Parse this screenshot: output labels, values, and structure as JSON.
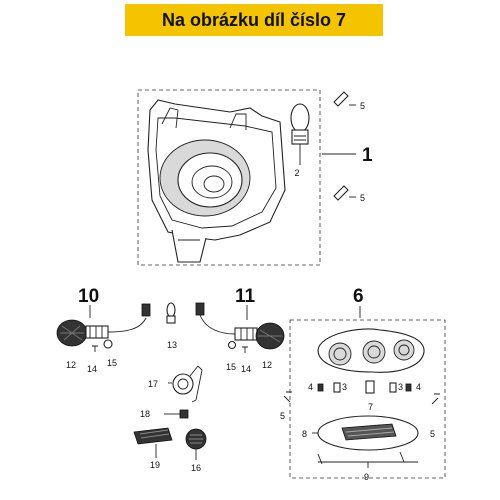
{
  "banner": {
    "text": "Na obrázku díl číslo 7",
    "color": "#f5c400"
  },
  "callouts": {
    "c1": "1",
    "c2": "2",
    "c3a": "3",
    "c3b": "3",
    "c4a": "4",
    "c4b": "4",
    "c5a": "5",
    "c5b": "5",
    "c5c": "5",
    "c5d": "5",
    "c6": "6",
    "c7": "7",
    "c8": "8",
    "c9": "9",
    "c10": "10",
    "c11": "11",
    "c12a": "12",
    "c12b": "12",
    "c13": "13",
    "c14a": "14",
    "c14b": "14",
    "c15a": "15",
    "c15b": "15",
    "c16": "16",
    "c17": "17",
    "c18": "18",
    "c19": "19"
  }
}
